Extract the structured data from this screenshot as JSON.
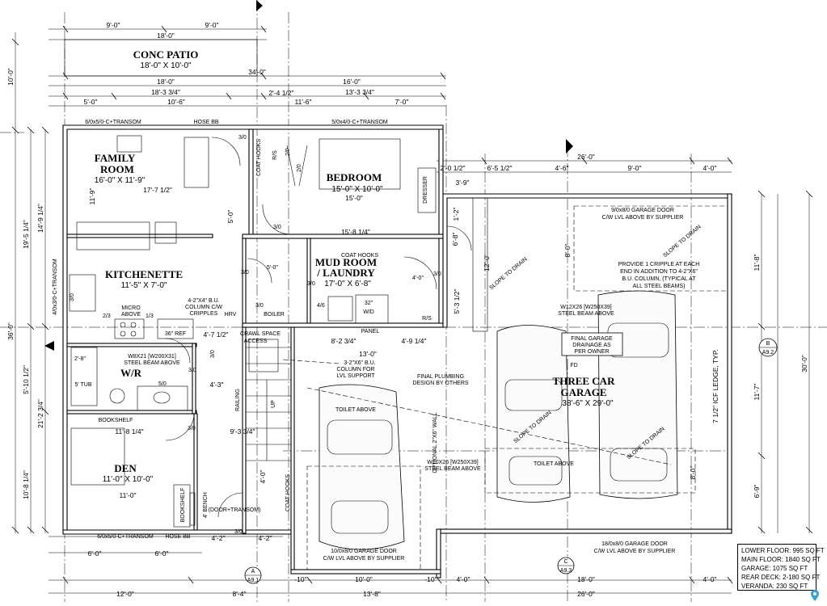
{
  "rooms": {
    "patio": {
      "name": "CONC PATIO",
      "dim": "18'-0\" X 10'-0\""
    },
    "family": {
      "name1": "FAMILY",
      "name2": "ROOM",
      "dim": "16'-0\" X 11'-9\""
    },
    "bedroom": {
      "name": "BEDROOM",
      "dim": "15'-0\" X 10'-0\""
    },
    "kitchenette": {
      "name": "KITCHENETTE",
      "dim": "11'-5\" X 7'-0\""
    },
    "mudroom": {
      "name1": "MUD ROOM",
      "name2": "/ LAUNDRY",
      "dim": "17'-0\" X 6'-8\""
    },
    "wr": {
      "name": "W/R"
    },
    "den": {
      "name": "DEN",
      "dim": "11'-0\" X 10'-0\""
    },
    "garage": {
      "name1": "THREE CAR",
      "name2": "GARAGE",
      "dim": "38'-6\" X 29'-0\""
    }
  },
  "dims": {
    "d9a": "9'-0\"",
    "d9b": "9'-0\"",
    "d18a": "18'-0\"",
    "d34": "34'-0\"",
    "d18b": "18'-0\"",
    "d16": "16'-0\"",
    "d1834": "18'-3 3/4\"",
    "d1334": "13'-3 3/4\"",
    "d5": "5'-0\"",
    "d106": "10'-6\"",
    "d2412": "2'-4 1/2\"",
    "d116": "11'-6\"",
    "d7": "7'-0\"",
    "d1059": "11'-9\"",
    "d1772": "17'-7 1/2\"",
    "d1584": "15'-8 1/4\"",
    "d50b": "5'-0\"",
    "d26a": "26'-0\"",
    "d2012": "2'-0 1/2\"",
    "d6512": "6'-5 1/2\"",
    "d46": "4'-6\"",
    "d90": "9'-0\"",
    "d40": "4'-0\"",
    "d39": "3'-9\"",
    "d1580": "15'-0\"",
    "d100": "10'-0\"",
    "d4712": "4'-7 1/2\"",
    "d8234": "8'-2 3/4\"",
    "d4914": "4'-9 1/4\"",
    "d130": "13'-0\"",
    "d43": "4'-3\"",
    "d1184": "11'-8 1/4\"",
    "d110": "11'-0\"",
    "d9334": "9'-3 3/4\"",
    "d42": "4'-2\"",
    "d42b": "4'-2\"",
    "d60a": "6'-0\"",
    "d60b": "6'-0\"",
    "d120": "12'-0\"",
    "d84": "8'-4\"",
    "d138": "13'-8\"",
    "d10": "-10\"",
    "d100b": "10'-0\"",
    "d10b": "-10\"",
    "d40b": "4'-0\"",
    "d180": "18'-0\"",
    "d40c": "4'-0\"",
    "d260": "26'-0\"",
    "l10": "10'-0\"",
    "l36": "36'-0\"",
    "l1914": "19'-5 1/4\"",
    "l1494": "14'-9 1/4\"",
    "l12": "21'-2 3/4\"",
    "l5": "5'-10 1/2\"",
    "l108": "10'-8 1/4\"",
    "r118": "11'-8\"",
    "r117": "11'-7\"",
    "r69": "6'-9\"",
    "r30": "30'-0\"",
    "r712": "7 1/2\" ICF LEDGE, TYP.",
    "gl12": "12'-0\"",
    "gl80": "8'-0\"",
    "gl531": "5'-3 1/2\"",
    "gl68": "6'-8\"",
    "gl112": "1'-2\"",
    "gl40": "4'-0\"",
    "gl80b": "8'-0\""
  },
  "notes": {
    "win_fam": "6/0x5/0-C+TRANSOM",
    "win_bed": "5/0x4/0-C+TRANSOM",
    "win_den": "6/0x5/0-C+TRANSOM",
    "hose_top": "HOSE BB",
    "hose_bot": "HOSE BB",
    "win_left": "4/0x3/0-C+TRANSOM",
    "coat1": "COAT HOOKS",
    "coat2": "COAT HOOKS",
    "coat3": "COAT HOOKS",
    "micro": "MICRO",
    "above": "ABOVE",
    "ref": "36\" REF",
    "bu1": "4-2\"X4\" B.U.",
    "bu2": "COLUMN C/W",
    "bu3": "CRIPPLES",
    "hrv": "HRV",
    "boiler": "BOILER",
    "wd": "32\"",
    "wd2": "W/D",
    "panel": "PANEL",
    "crawl1": "CRAWL SPACE",
    "crawl2": "ACCESS",
    "beam1": "W8X21 [W200X31]",
    "beam2": "STEEL BEAM ABOVE",
    "col1": "3-2\"X6\" B.U.",
    "col2": "COLUMN FOR",
    "col3": "LVL SUPPORT",
    "plumb1": "FINAL PLUMBING",
    "plumb2": "DESIGN BY OTHERS",
    "toilet1": "TOILET ABOVE",
    "toilet2": "TOILET ABOVE",
    "tub": "5' TUB",
    "bookshelf1": "BOOKSHELF",
    "bookshelf2": "BOOKSHELF",
    "bench": "4' BENCH",
    "doortr": "(DOOR+TRANSOM)",
    "railing": "RAILING",
    "up": "UP",
    "optwall": "OPTIONAL 2\"X6\" WALL",
    "w10a": "W10X26 [W250X39]",
    "w10b": "STEEL BEAM ABOVE",
    "w12a": "W12X26 [W250X39]",
    "w12b": "STEEL BEAM ABOVE",
    "gd1a": "9/0x8/0 GARAGE DOOR",
    "gd1b": "C/W LVL ABOVE BY SUPPLIER",
    "gd2a": "10/0x8/0 GARAGE DOOR",
    "gd2b": "C/W LVL ABOVE BY SUPPLIER",
    "gd3a": "18/0x8/0 GARAGE DOOR",
    "gd3b": "C/W LVL ABOVE BY SUPPLIER",
    "crip1": "PROVIDE 1 CRIPPLE AT EACH",
    "crip2": "END IN ADDITION TO 4-2\"X6\"",
    "crip3": "B.U. COLUMN, (TYPICAL AT",
    "crip4": "ALL STEEL BEAMS)",
    "fgd1": "FINAL GARAGE",
    "fgd2": "DRAINAGE AS",
    "fgd3": "PER OWNER",
    "fd": "FD",
    "slope": "SLOPE TO DRAIN",
    "dresser": "DRESSER",
    "rs": "R/S",
    "rs2": "R/S"
  },
  "callouts": {
    "a_letter": "A",
    "a_sheet": "A9.1",
    "b_letter": "B",
    "b_sheet": "A9.2",
    "c_letter": "C",
    "c_sheet": "A9.3"
  },
  "doors": [
    "3/0",
    "3/0",
    "2/0",
    "2/0",
    "3/0",
    "3/0",
    "5'-0\"",
    "4'-0\"",
    "3/0",
    "3/0",
    "2/3",
    "1/3",
    "3/0",
    "5/0",
    "3/0",
    "3/0",
    "2'-8\"",
    "3/0",
    "4/6",
    "3/0"
  ],
  "area_summary": [
    "LOWER FLOOR: 995 SQ FT",
    "MAIN FLOOR: 1840 SQ FT",
    "GARAGE: 1075 SQ FT",
    "REAR DECK: 2-180 SQ FT",
    "VERANDA: 230 SQ FT"
  ]
}
